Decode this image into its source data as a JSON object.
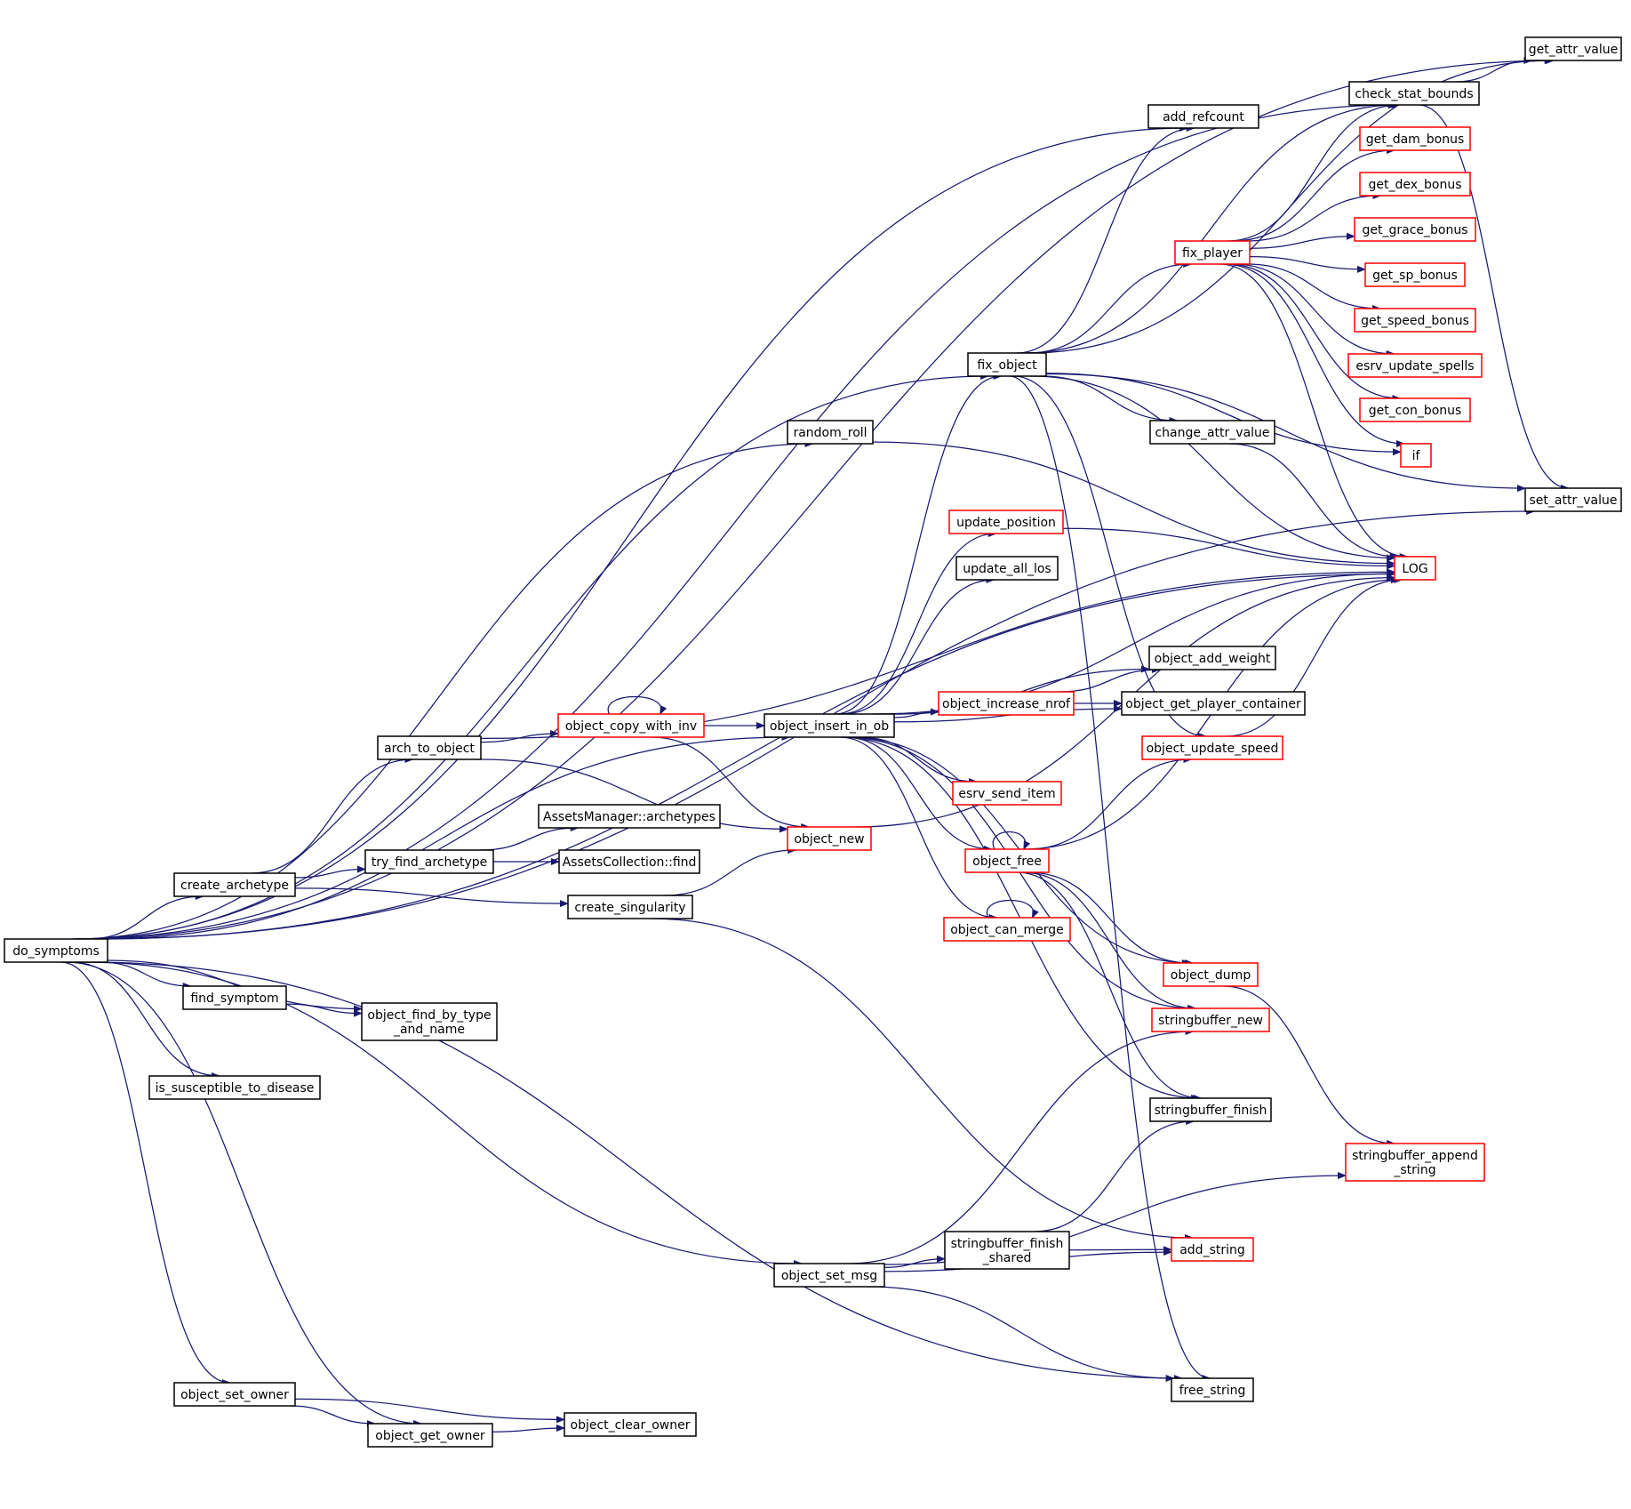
{
  "graph": {
    "colors": {
      "edge": "#191970",
      "node_border_normal": "#000000",
      "node_border_truncated": "#ff0000",
      "root_fill": "#bfbfbf"
    },
    "nodes": [
      {
        "id": "do_symptoms",
        "lines": [
          "do_symptoms"
        ],
        "style": "root"
      },
      {
        "id": "get_attr_value",
        "lines": [
          "get_attr_value"
        ],
        "style": "normal"
      },
      {
        "id": "check_stat_bounds",
        "lines": [
          "check_stat_bounds"
        ],
        "style": "normal"
      },
      {
        "id": "add_refcount",
        "lines": [
          "add_refcount"
        ],
        "style": "normal"
      },
      {
        "id": "get_dam_bonus",
        "lines": [
          "get_dam_bonus"
        ],
        "style": "truncated"
      },
      {
        "id": "get_dex_bonus",
        "lines": [
          "get_dex_bonus"
        ],
        "style": "truncated"
      },
      {
        "id": "get_grace_bonus",
        "lines": [
          "get_grace_bonus"
        ],
        "style": "truncated"
      },
      {
        "id": "fix_player",
        "lines": [
          "fix_player"
        ],
        "style": "truncated"
      },
      {
        "id": "get_sp_bonus",
        "lines": [
          "get_sp_bonus"
        ],
        "style": "truncated"
      },
      {
        "id": "get_speed_bonus",
        "lines": [
          "get_speed_bonus"
        ],
        "style": "truncated"
      },
      {
        "id": "fix_object",
        "lines": [
          "fix_object"
        ],
        "style": "normal"
      },
      {
        "id": "esrv_update_spells",
        "lines": [
          "esrv_update_spells"
        ],
        "style": "truncated"
      },
      {
        "id": "get_con_bonus",
        "lines": [
          "get_con_bonus"
        ],
        "style": "truncated"
      },
      {
        "id": "random_roll",
        "lines": [
          "random_roll"
        ],
        "style": "normal"
      },
      {
        "id": "change_attr_value",
        "lines": [
          "change_attr_value"
        ],
        "style": "normal"
      },
      {
        "id": "if",
        "lines": [
          "if"
        ],
        "style": "truncated"
      },
      {
        "id": "set_attr_value",
        "lines": [
          "set_attr_value"
        ],
        "style": "normal"
      },
      {
        "id": "update_position",
        "lines": [
          "update_position"
        ],
        "style": "truncated"
      },
      {
        "id": "LOG",
        "lines": [
          "LOG"
        ],
        "style": "truncated"
      },
      {
        "id": "update_all_los",
        "lines": [
          "update_all_los"
        ],
        "style": "normal"
      },
      {
        "id": "object_add_weight",
        "lines": [
          "object_add_weight"
        ],
        "style": "normal"
      },
      {
        "id": "object_increase_nrof",
        "lines": [
          "object_increase_nrof"
        ],
        "style": "truncated"
      },
      {
        "id": "object_get_player_container",
        "lines": [
          "object_get_player_container"
        ],
        "style": "normal"
      },
      {
        "id": "object_copy_with_inv",
        "lines": [
          "object_copy_with_inv"
        ],
        "style": "truncated"
      },
      {
        "id": "object_insert_in_ob",
        "lines": [
          "object_insert_in_ob"
        ],
        "style": "normal"
      },
      {
        "id": "arch_to_object",
        "lines": [
          "arch_to_object"
        ],
        "style": "normal"
      },
      {
        "id": "object_update_speed",
        "lines": [
          "object_update_speed"
        ],
        "style": "truncated"
      },
      {
        "id": "esrv_send_item",
        "lines": [
          "esrv_send_item"
        ],
        "style": "truncated"
      },
      {
        "id": "AssetsManager_archetypes",
        "lines": [
          "AssetsManager::archetypes"
        ],
        "style": "normal"
      },
      {
        "id": "object_new",
        "lines": [
          "object_new"
        ],
        "style": "truncated"
      },
      {
        "id": "object_free",
        "lines": [
          "object_free"
        ],
        "style": "truncated"
      },
      {
        "id": "try_find_archetype",
        "lines": [
          "try_find_archetype"
        ],
        "style": "normal"
      },
      {
        "id": "AssetsCollection_find",
        "lines": [
          "AssetsCollection::find"
        ],
        "style": "normal"
      },
      {
        "id": "create_archetype",
        "lines": [
          "create_archetype"
        ],
        "style": "normal"
      },
      {
        "id": "create_singularity",
        "lines": [
          "create_singularity"
        ],
        "style": "normal"
      },
      {
        "id": "object_can_merge",
        "lines": [
          "object_can_merge"
        ],
        "style": "truncated"
      },
      {
        "id": "object_dump",
        "lines": [
          "object_dump"
        ],
        "style": "truncated"
      },
      {
        "id": "find_symptom",
        "lines": [
          "find_symptom"
        ],
        "style": "normal"
      },
      {
        "id": "object_find_by_type_and_name",
        "lines": [
          "object_find_by_type",
          "_and_name"
        ],
        "style": "normal"
      },
      {
        "id": "stringbuffer_new",
        "lines": [
          "stringbuffer_new"
        ],
        "style": "truncated"
      },
      {
        "id": "is_susceptible_to_disease",
        "lines": [
          "is_susceptible_to_disease"
        ],
        "style": "normal"
      },
      {
        "id": "stringbuffer_finish",
        "lines": [
          "stringbuffer_finish"
        ],
        "style": "normal"
      },
      {
        "id": "stringbuffer_append_string",
        "lines": [
          "stringbuffer_append",
          "_string"
        ],
        "style": "truncated"
      },
      {
        "id": "stringbuffer_finish_shared",
        "lines": [
          "stringbuffer_finish",
          "_shared"
        ],
        "style": "normal"
      },
      {
        "id": "add_string",
        "lines": [
          "add_string"
        ],
        "style": "truncated"
      },
      {
        "id": "object_set_msg",
        "lines": [
          "object_set_msg"
        ],
        "style": "normal"
      },
      {
        "id": "free_string",
        "lines": [
          "free_string"
        ],
        "style": "normal"
      },
      {
        "id": "object_set_owner",
        "lines": [
          "object_set_owner"
        ],
        "style": "normal"
      },
      {
        "id": "object_clear_owner",
        "lines": [
          "object_clear_owner"
        ],
        "style": "normal"
      },
      {
        "id": "object_get_owner",
        "lines": [
          "object_get_owner"
        ],
        "style": "normal"
      }
    ],
    "edges": [
      [
        "do_symptoms",
        "get_attr_value"
      ],
      [
        "do_symptoms",
        "check_stat_bounds"
      ],
      [
        "do_symptoms",
        "add_refcount"
      ],
      [
        "do_symptoms",
        "fix_object"
      ],
      [
        "do_symptoms",
        "random_roll"
      ],
      [
        "do_symptoms",
        "LOG"
      ],
      [
        "do_symptoms",
        "object_insert_in_ob"
      ],
      [
        "do_symptoms",
        "create_archetype"
      ],
      [
        "do_symptoms",
        "find_symptom"
      ],
      [
        "do_symptoms",
        "object_find_by_type_and_name"
      ],
      [
        "do_symptoms",
        "is_susceptible_to_disease"
      ],
      [
        "do_symptoms",
        "object_set_msg"
      ],
      [
        "do_symptoms",
        "free_string"
      ],
      [
        "do_symptoms",
        "object_set_owner"
      ],
      [
        "do_symptoms",
        "object_get_owner"
      ],
      [
        "do_symptoms",
        "set_attr_value"
      ],
      [
        "check_stat_bounds",
        "get_attr_value"
      ],
      [
        "check_stat_bounds",
        "set_attr_value"
      ],
      [
        "fix_object",
        "add_refcount"
      ],
      [
        "fix_object",
        "get_attr_value"
      ],
      [
        "fix_object",
        "check_stat_bounds"
      ],
      [
        "fix_object",
        "fix_player"
      ],
      [
        "fix_object",
        "change_attr_value"
      ],
      [
        "fix_object",
        "LOG"
      ],
      [
        "fix_object",
        "if"
      ],
      [
        "fix_object",
        "set_attr_value"
      ],
      [
        "fix_object",
        "object_update_speed"
      ],
      [
        "fix_object",
        "free_string"
      ],
      [
        "fix_player",
        "check_stat_bounds"
      ],
      [
        "fix_player",
        "get_dam_bonus"
      ],
      [
        "fix_player",
        "get_dex_bonus"
      ],
      [
        "fix_player",
        "get_grace_bonus"
      ],
      [
        "fix_player",
        "get_sp_bonus"
      ],
      [
        "fix_player",
        "get_speed_bonus"
      ],
      [
        "fix_player",
        "esrv_update_spells"
      ],
      [
        "fix_player",
        "get_con_bonus"
      ],
      [
        "fix_player",
        "if"
      ],
      [
        "fix_player",
        "LOG"
      ],
      [
        "random_roll",
        "LOG"
      ],
      [
        "change_attr_value",
        "LOG"
      ],
      [
        "update_position",
        "LOG"
      ],
      [
        "arch_to_object",
        "LOG"
      ],
      [
        "arch_to_object",
        "object_copy_with_inv"
      ],
      [
        "arch_to_object",
        "object_new"
      ],
      [
        "object_copy_with_inv",
        "object_copy_with_inv"
      ],
      [
        "object_copy_with_inv",
        "object_insert_in_ob"
      ],
      [
        "object_copy_with_inv",
        "object_new"
      ],
      [
        "object_insert_in_ob",
        "fix_object"
      ],
      [
        "object_insert_in_ob",
        "update_position"
      ],
      [
        "object_insert_in_ob",
        "update_all_los"
      ],
      [
        "object_insert_in_ob",
        "LOG"
      ],
      [
        "object_insert_in_ob",
        "object_add_weight"
      ],
      [
        "object_insert_in_ob",
        "object_increase_nrof"
      ],
      [
        "object_insert_in_ob",
        "object_get_player_container"
      ],
      [
        "object_insert_in_ob",
        "esrv_send_item"
      ],
      [
        "object_insert_in_ob",
        "object_free"
      ],
      [
        "object_insert_in_ob",
        "object_can_merge"
      ],
      [
        "object_insert_in_ob",
        "object_dump"
      ],
      [
        "object_insert_in_ob",
        "stringbuffer_new"
      ],
      [
        "object_insert_in_ob",
        "stringbuffer_finish"
      ],
      [
        "object_increase_nrof",
        "object_add_weight"
      ],
      [
        "object_increase_nrof",
        "object_get_player_container"
      ],
      [
        "object_update_speed",
        "LOG"
      ],
      [
        "object_free",
        "object_free"
      ],
      [
        "object_free",
        "object_update_speed"
      ],
      [
        "object_free",
        "LOG"
      ],
      [
        "object_free",
        "object_dump"
      ],
      [
        "object_free",
        "stringbuffer_new"
      ],
      [
        "object_free",
        "stringbuffer_finish"
      ],
      [
        "object_can_merge",
        "object_can_merge"
      ],
      [
        "object_dump",
        "stringbuffer_append_string"
      ],
      [
        "object_new",
        "LOG"
      ],
      [
        "create_archetype",
        "arch_to_object"
      ],
      [
        "create_archetype",
        "try_find_archetype"
      ],
      [
        "create_archetype",
        "create_singularity"
      ],
      [
        "try_find_archetype",
        "AssetsManager_archetypes"
      ],
      [
        "try_find_archetype",
        "AssetsCollection_find"
      ],
      [
        "create_singularity",
        "object_new"
      ],
      [
        "create_singularity",
        "add_string"
      ],
      [
        "find_symptom",
        "object_find_by_type_and_name"
      ],
      [
        "object_set_msg",
        "stringbuffer_new"
      ],
      [
        "object_set_msg",
        "stringbuffer_finish_shared"
      ],
      [
        "object_set_msg",
        "add_string"
      ],
      [
        "object_set_msg",
        "stringbuffer_append_string"
      ],
      [
        "object_set_msg",
        "free_string"
      ],
      [
        "stringbuffer_finish_shared",
        "stringbuffer_finish"
      ],
      [
        "stringbuffer_finish_shared",
        "add_string"
      ],
      [
        "object_set_owner",
        "object_clear_owner"
      ],
      [
        "object_set_owner",
        "object_get_owner"
      ],
      [
        "object_get_owner",
        "object_clear_owner"
      ]
    ]
  }
}
